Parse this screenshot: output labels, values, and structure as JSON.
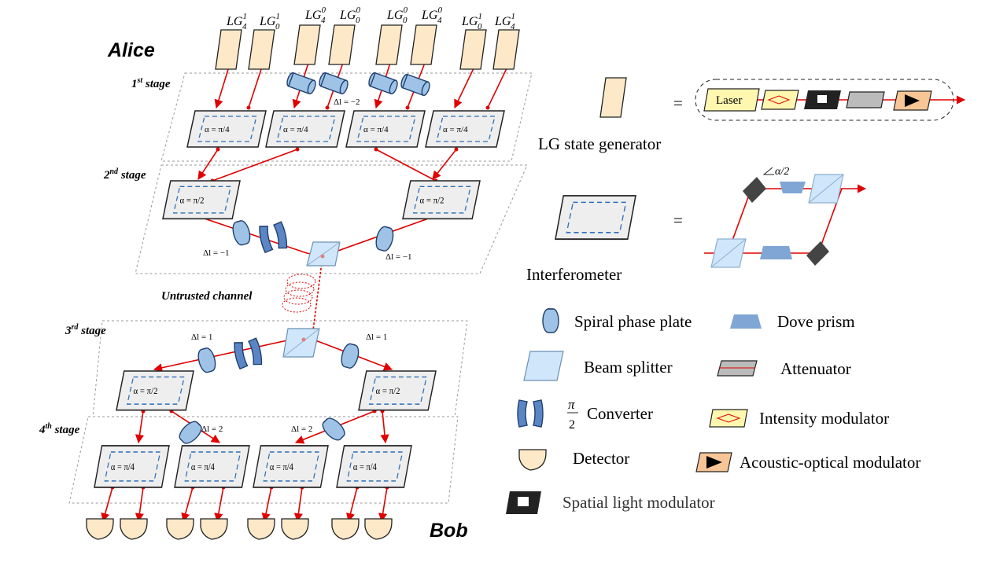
{
  "parties": {
    "alice": "Alice",
    "bob": "Bob"
  },
  "stages": [
    "1st stage",
    "2nd stage",
    "3rd stage",
    "4th stage"
  ],
  "stage_parts": [
    {
      "num": "1",
      "sup": "st",
      "word": " stage"
    },
    {
      "num": "2",
      "sup": "nd",
      "word": " stage"
    },
    {
      "num": "3",
      "sup": "rd",
      "word": " stage"
    },
    {
      "num": "4",
      "sup": "th",
      "word": " stage"
    }
  ],
  "generator_labels": [
    {
      "base": "LG",
      "sup": "1",
      "sub": "4"
    },
    {
      "base": "LG",
      "sup": "1",
      "sub": "0"
    },
    {
      "base": "LG",
      "sup": "0",
      "sub": "4"
    },
    {
      "base": "LG",
      "sup": "0",
      "sub": "0"
    },
    {
      "base": "LG",
      "sup": "0",
      "sub": "0"
    },
    {
      "base": "LG",
      "sup": "0",
      "sub": "4"
    },
    {
      "base": "LG",
      "sup": "1",
      "sub": "0"
    },
    {
      "base": "LG",
      "sup": "1",
      "sub": "4"
    }
  ],
  "alpha": {
    "pi4": "α = π/4",
    "pi2": "α = π/2",
    "half": "α/2"
  },
  "delta_l": {
    "m2": "Δl = −2",
    "m1": "Δl = −1",
    "p1": "Δl = 1",
    "p2": "Δl = 2"
  },
  "channel_label": "Untrusted channel",
  "legend": {
    "lg_generator": "LG state generator",
    "interferometer": "Interferometer",
    "laser": "Laser",
    "equals": "=",
    "spiral_phase_plate": "Spiral phase plate",
    "dove_prism": "Dove prism",
    "beam_splitter": "Beam splitter",
    "attenuator": "Attenuator",
    "converter_frac_num": "π",
    "converter_frac_den": "2",
    "converter": "Converter",
    "intensity_modulator": "Intensity modulator",
    "detector": "Detector",
    "acousto_optical_modulator": "Acoustic-optical modulator",
    "spatial_light_modulator": "Spatial light modulator"
  },
  "colors": {
    "beam": "#e00000",
    "component_fill": "#fde9c8",
    "optic_blue": "#9ec3e6",
    "converter_blue": "#5b86c5",
    "splitter_blue": "#cfe6fb",
    "interferometer_gray": "#eeeeee"
  }
}
